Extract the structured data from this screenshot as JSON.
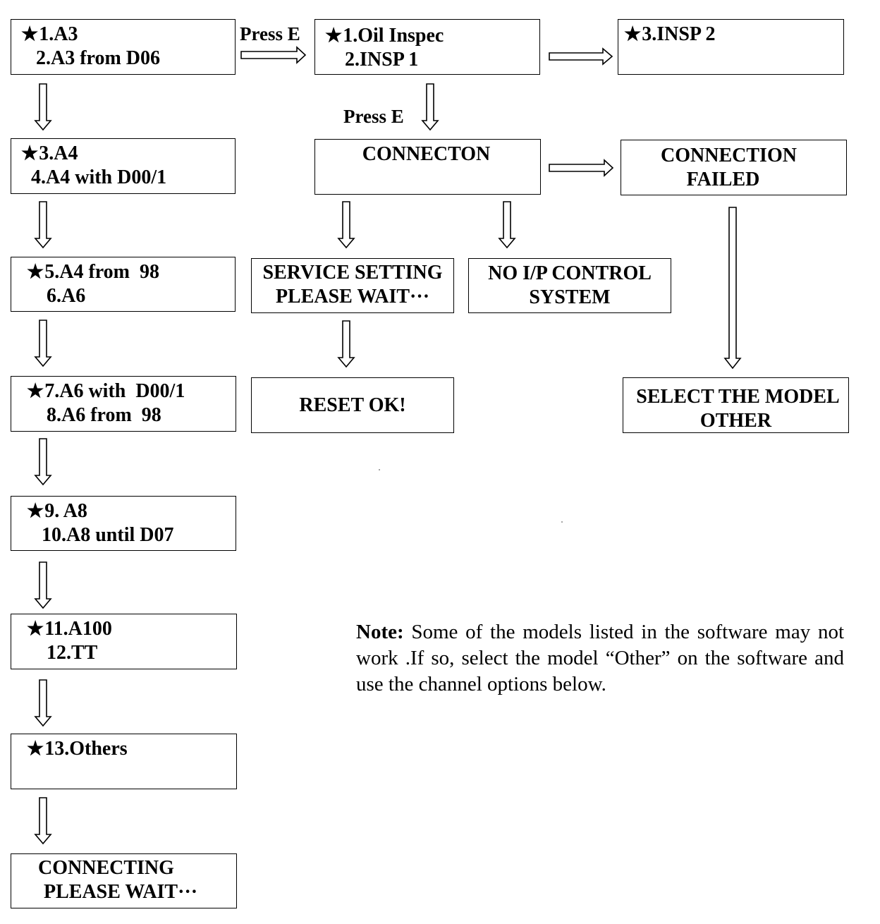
{
  "star_glyph": "★",
  "models": [
    {
      "lines": [
        "1.A3",
        "   2.A3 from D06"
      ],
      "starred": true
    },
    {
      "lines": [
        "3.A4",
        "  4.A4 with D00/1"
      ],
      "starred": true
    },
    {
      "lines": [
        "5.A4 from  98",
        "    6.A6"
      ],
      "starred": true
    },
    {
      "lines": [
        "7.A6 with  D00/1",
        "    8.A6 from  98"
      ],
      "starred": true
    },
    {
      "lines": [
        "9. A8",
        "   10.A8 until D07"
      ],
      "starred": true
    },
    {
      "lines": [
        "11.A100",
        "    12.TT"
      ],
      "starred": true
    },
    {
      "lines": [
        "13.Others",
        ""
      ],
      "starred": true
    },
    {
      "lines": [
        "CONNECTING",
        "PLEASE WAIT···"
      ],
      "starred": false
    }
  ],
  "press_e_top": "Press E",
  "press_e_mid": "Press E",
  "inspection_box": {
    "line1": "1.Oil Inspec",
    "line2": "2.INSP 1"
  },
  "insp2_box": "3.INSP 2",
  "connecton_box": "CONNECTON",
  "connection_failed_box": {
    "line1": "CONNECTION",
    "line2": "FAILED"
  },
  "service_box": {
    "line1": "SERVICE SETTING",
    "line2": "PLEASE WAIT···"
  },
  "no_ip_box": {
    "line1": "NO I/P CONTROL",
    "line2": "SYSTEM"
  },
  "reset_box": "RESET OK!",
  "select_box": {
    "line1": "SELECT THE MODEL",
    "line2": "OTHER"
  },
  "note": {
    "label": "Note:",
    "text": " Some of the models listed in the software may not work .If so, select the model “Other” on the software and use the channel options below."
  }
}
